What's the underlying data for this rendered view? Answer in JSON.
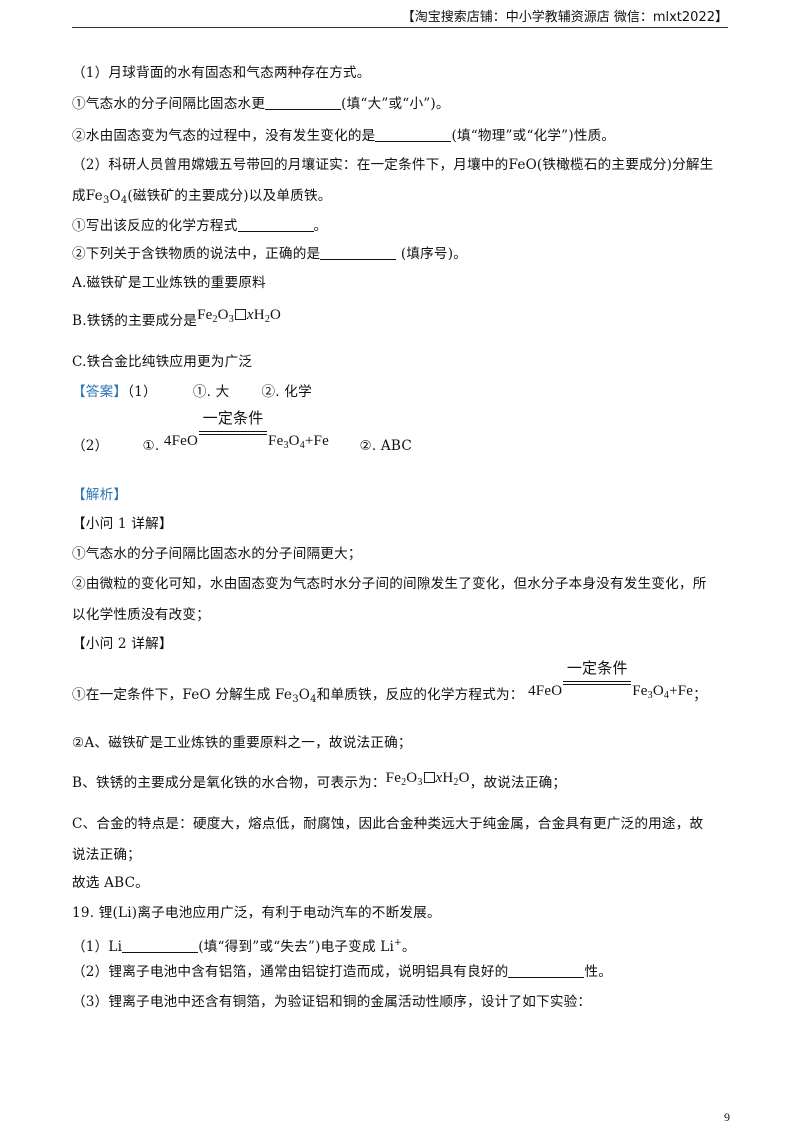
{
  "header": {
    "text": "【淘宝搜索店铺：中小学教辅资源店 微信：mlxt2022】"
  },
  "part1": {
    "intro": "（1）月球背面的水有固态和气态两种存在方式。",
    "q1_pre": "①气态水的分子间隔比固态水更",
    "q1_post": "(填“大”或“小”)。",
    "q2_pre": "②水由固态变为气态的过程中，没有发生变化的是",
    "q2_post": "(填“物理”或“化学”)性质。"
  },
  "part2": {
    "intro_a": "（2）科研人员曾用嫦娥五号带回的月壤证实：在一定条件下，月壤中的FeO(铁橄榄石的主要成分)分解生",
    "intro_b_pre": "成Fe",
    "intro_b_sub3": "3",
    "intro_b_o": "O",
    "intro_b_sub4": "4",
    "intro_b_post": "(磁铁矿的主要成分)以及单质铁。",
    "q1_pre": "①写出该反应的化学方程式",
    "q1_post": "。",
    "q2_pre": "②下列关于含铁物质的说法中，正确的是",
    "q2_post": " (填序号)。",
    "opt_a": "A.磁铁矿是工业炼铁的重要原料",
    "opt_b": "B.铁锈的主要成分是",
    "opt_c": "C.铁合金比纯铁应用更为广泛"
  },
  "formula": {
    "fe": "Fe",
    "s2": "2",
    "o": "O",
    "s3": "3",
    "x": "x",
    "h": "H",
    "h2o_o": "O",
    "lhs": "4FeO",
    "cond": "一定条件",
    "rhs_fe": "Fe",
    "rhs_s3": "3",
    "rhs_o": "O",
    "rhs_s4": "4",
    "rhs_plus": "+Fe"
  },
  "answer": {
    "tag": "【答案】",
    "l1_num": "（1）",
    "l1_a": "①. 大",
    "l1_b": "②. 化学",
    "l2_num": "（2）",
    "l2_a": "①.",
    "l2_b": "②. ABC"
  },
  "analysis": {
    "tag": "【解析】",
    "sub1": "【小问 1 详解】",
    "s1_l1": "①气态水的分子间隔比固态水的分子间隔更大；",
    "s1_l2": "②由微粒的变化可知，水由固态变为气态时水分子间的间隙发生了变化，但水分子本身没有发生变化，所",
    "s1_l3": "以化学性质没有改变；",
    "sub2": "【小问 2 详解】",
    "s2_l1_pre": "①在一定条件下，FeO 分解生成 Fe",
    "s2_l1_s3": "3",
    "s2_l1_o": "O",
    "s2_l1_s4": "4",
    "s2_l1_post": "和单质铁，反应的化学方程式为：",
    "s2_l1_end": "；",
    "s2_l2": "②A、磁铁矿是工业炼铁的重要原料之一，故说法正确；",
    "s2_l3_pre": "B、铁锈的主要成分是氧化铁的水合物，可表示为：",
    "s2_l3_post": "，故说法正确；",
    "s2_l4": "C、合金的特点是：硬度大，熔点低，耐腐蚀，因此合金种类远大于纯金属，合金具有更广泛的用途，故",
    "s2_l5": "说法正确；",
    "s2_l6": "故选 ABC。"
  },
  "q19": {
    "title": "19. 锂(Li)离子电池应用广泛，有利于电动汽车的不断发展。",
    "p1_pre": "（1）Li",
    "p1_mid": "(填“得到”或“失去”)电子变成 Li",
    "p1_sup": "+",
    "p1_post": "。",
    "p2_pre": "（2）锂离子电池中含有铝箔，通常由铝锭打造而成，说明铝具有良好的",
    "p2_post": "性。",
    "p3": "（3）锂离子电池中还含有铜箔，为验证铝和铜的金属活动性顺序，设计了如下实验："
  },
  "page_number": "9"
}
